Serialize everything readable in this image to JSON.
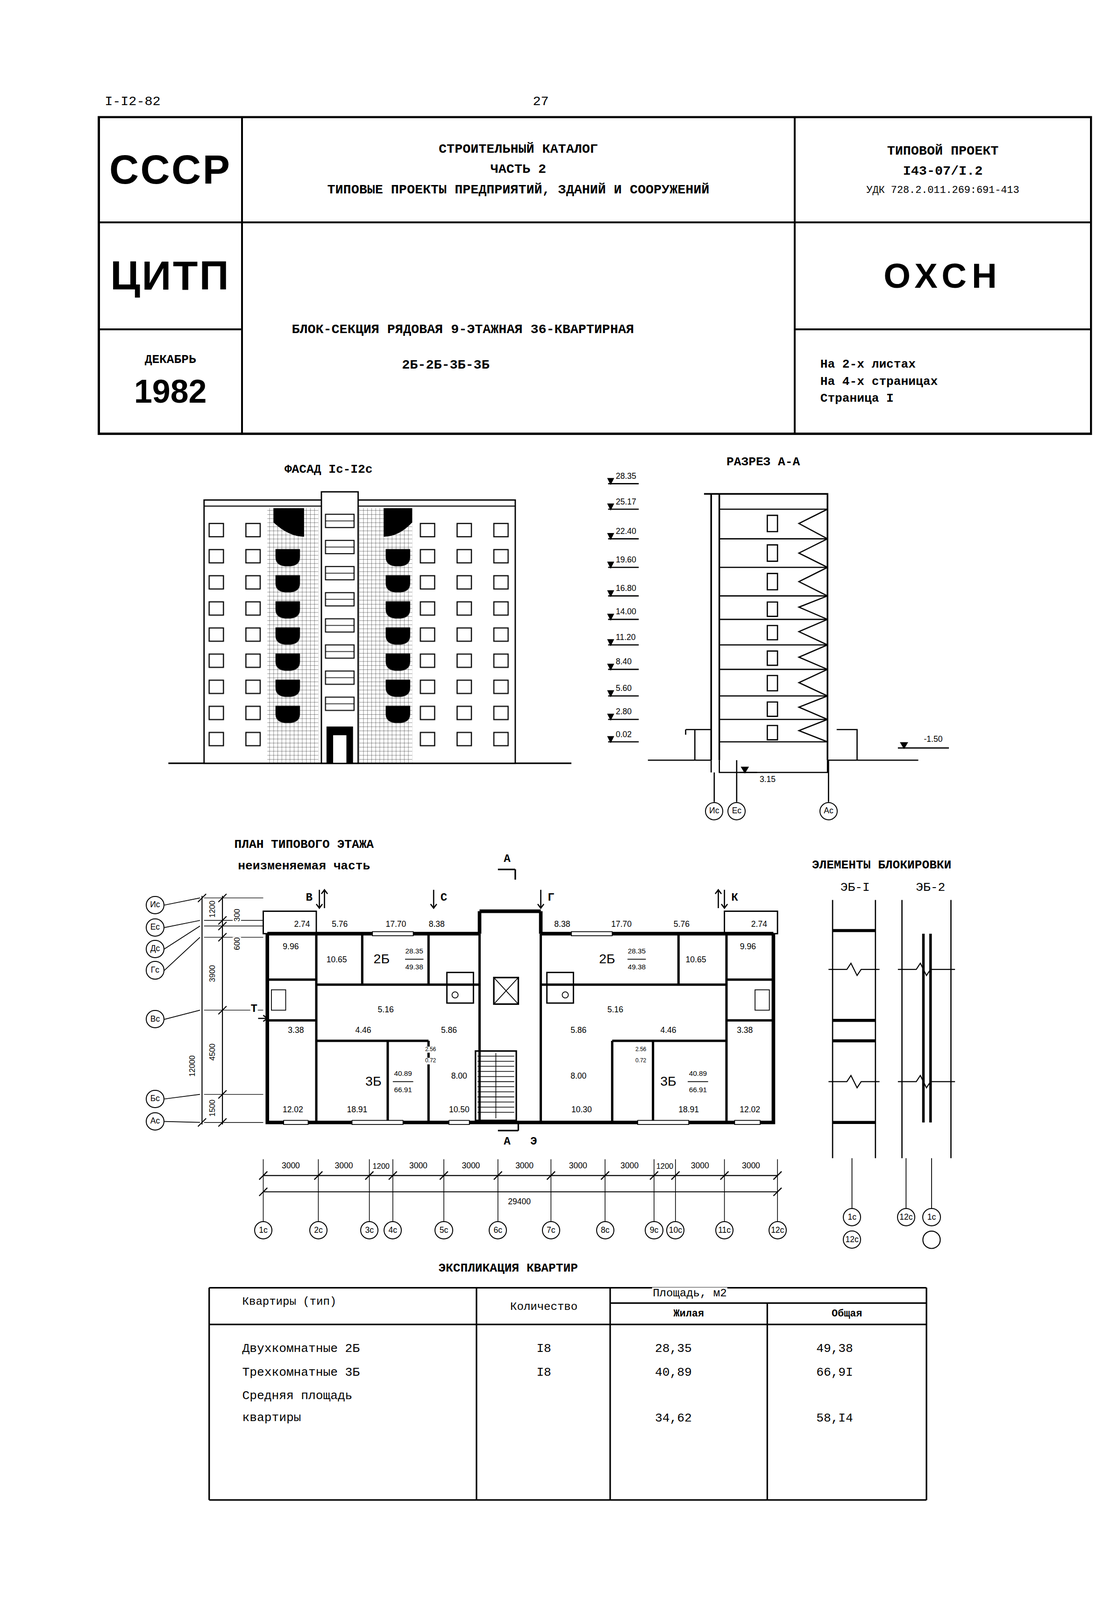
{
  "diagram": {
    "nodes": [
      {
        "text": [
          "СССР"
        ]
      },
      {
        "text": [
          "СТРОИТЕЛЬНЫЙ КАТАЛОГ",
          "ЧАСТЬ 2",
          "ТИПОВЫЕ ПРОЕКТЫ ПРЕДПРИЯТИЙ, ЗДАНИЙ И СООРУЖЕНИЙ"
        ]
      },
      {
        "text": [
          "ТИПОВОЙ ПРОЕКТ",
          "I43-07/I.2",
          "УДК 728.2.011.269:691-413"
        ]
      },
      {
        "text": [
          "ЦИТП"
        ]
      },
      {
        "text": [
          "БЛОК-СЕКЦИЯ РЯДОВАЯ 9-ЭТАЖНАЯ 36-КВАРТИРНАЯ",
          "2Б-2Б-3Б-3Б"
        ]
      },
      {
        "text": [
          "ОХСН"
        ]
      },
      {
        "text": [
          "ДЕКАБРЬ",
          "1982"
        ]
      },
      {
        "text": [
          "На 2-х листах",
          "На 4-х страницах",
          "Страница I"
        ]
      },
      {
        "text": [
          "Ис"
        ]
      },
      {
        "text": [
          "Ес"
        ]
      },
      {
        "text": [
          "Ас"
        ]
      },
      {
        "text": [
          "Ис"
        ]
      },
      {
        "text": [
          "Ес"
        ]
      },
      {
        "text": [
          "Дс"
        ]
      },
      {
        "text": [
          "Гс"
        ]
      },
      {
        "text": [
          "Вс"
        ]
      },
      {
        "text": [
          "Бс"
        ]
      },
      {
        "text": [
          "Ас"
        ]
      },
      {
        "text": [
          "1с"
        ]
      },
      {
        "text": [
          "2с"
        ]
      },
      {
        "text": [
          "3с"
        ]
      },
      {
        "text": [
          "4с"
        ]
      },
      {
        "text": [
          "5с"
        ]
      },
      {
        "text": [
          "6с"
        ]
      },
      {
        "text": [
          "7с"
        ]
      },
      {
        "text": [
          "8с"
        ]
      },
      {
        "text": [
          "9с"
        ]
      },
      {
        "text": [
          "10с"
        ]
      },
      {
        "text": [
          "11с"
        ]
      },
      {
        "text": [
          "12с"
        ]
      },
      {
        "text": [
          "1с"
        ]
      },
      {
        "text": [
          "12с"
        ]
      },
      {
        "text": [
          "12с"
        ]
      },
      {
        "text": [
          "1с"
        ]
      }
    ],
    "labels": [
      "I-I2-82",
      "27",
      "ФАСАД Iс-I2с",
      "РАЗРЕЗ А-А",
      "28.35",
      "25.17",
      "22.40",
      "19.60",
      "16.80",
      "14.00",
      "11.20",
      "8.40",
      "5.60",
      "2.80",
      "0.02",
      "-1.50",
      "3.15",
      "ПЛАН ТИПОВОГО ЭТАЖА",
      "неизменяемая часть",
      "ЭЛЕМЕНТЫ БЛОКИРОВКИ",
      "ЭБ-I",
      "ЭБ-2",
      "А",
      "В",
      "С",
      "Г",
      "К",
      "Т",
      "А",
      "Э",
      "2.74",
      "5.76",
      "17.70",
      "8.38",
      "8.38",
      "17.70",
      "5.76",
      "2.74",
      "9.96",
      "10.65",
      "2Б",
      "28.35",
      "49.38",
      "2Б",
      "28.35",
      "49.38",
      "10.65",
      "9.96",
      "5.16",
      "5.16",
      "3.38",
      "4.46",
      "5.86",
      "5.86",
      "4.46",
      "3.38",
      "2.56",
      "0.72",
      "2.56",
      "0.72",
      "3Б",
      "40.89",
      "66.91",
      "3Б",
      "40.89",
      "66.91",
      "8.00",
      "8.00",
      "10.50",
      "10.30",
      "12.02",
      "18.91",
      "18.91",
      "12.02",
      "1200",
      "300",
      "600",
      "3900",
      "4500",
      "1500",
      "12000",
      "3000",
      "3000",
      "1200",
      "3000",
      "3000",
      "3000",
      "3000",
      "3000",
      "1200",
      "3000",
      "3000",
      "29400",
      "ЭКСПЛИКАЦИЯ КВАРТИР",
      "Квартиры (тип)",
      "Количество",
      "Площадь, м2",
      "Жилая",
      "Общая",
      "Двухкомнатные 2Б",
      "I8",
      "28,35",
      "49,38",
      "Трехкомнатные 3Б",
      "I8",
      "40,89",
      "66,9I",
      "Средняя площадь квартиры",
      "34,62",
      "58,I4"
    ]
  }
}
